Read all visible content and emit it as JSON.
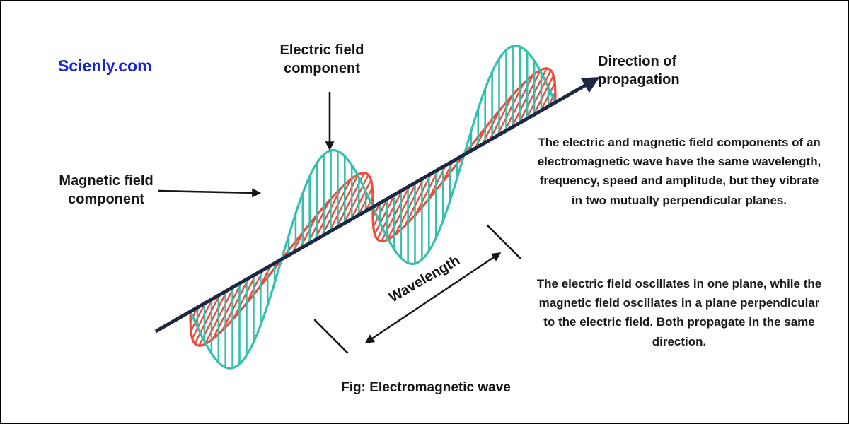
{
  "brand": {
    "name": "Scienly.com"
  },
  "diagram": {
    "electric_label": "Electric field\ncomponent",
    "magnetic_label": "Magnetic field\ncomponent",
    "direction_label": "Direction of\npropagation",
    "wavelength_label": "Wavelength",
    "caption": "Fig: Electromagnetic wave"
  },
  "description": {
    "para1": "The electric and magnetic field components of an electromagnetic wave have the same wavelength, frequency, speed and amplitude, but they vibrate in two mutually perpendicular planes.",
    "para2": "The electric field oscillates in one plane, while the magnetic field oscillates in a plane perpendicular to the electric field. Both propagate in the same direction."
  },
  "colors": {
    "electric_wave": "#35bfae",
    "magnetic_wave": "#ee4b3c",
    "axis": "#1e2742",
    "brand": "#1526d8",
    "text": "#151515"
  }
}
